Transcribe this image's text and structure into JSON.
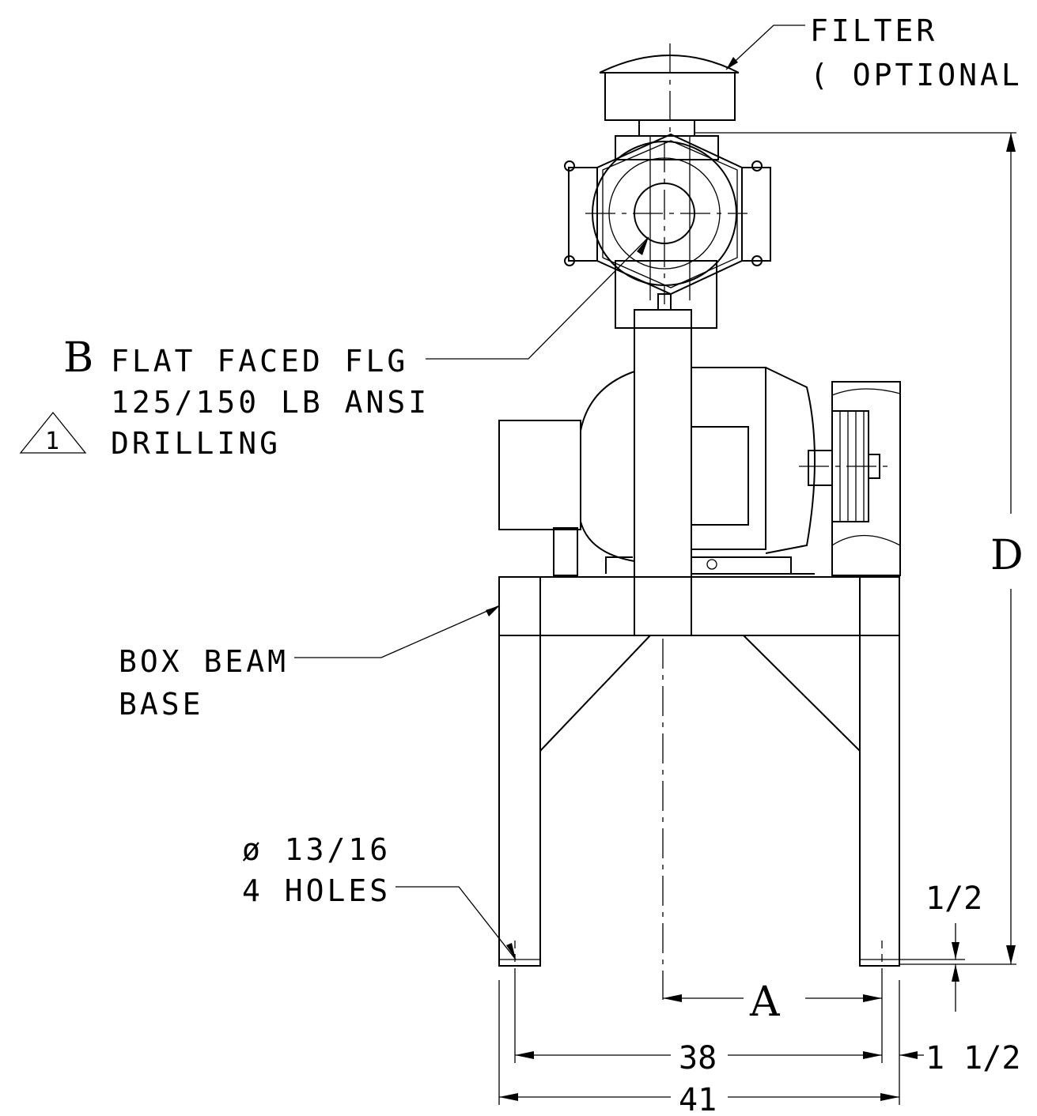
{
  "labels": {
    "filter_line1": "FILTER",
    "filter_line2": "( OPTIONAL )",
    "flange_letter": "B",
    "flange_line1": "FLAT FACED FLG",
    "flange_line2": "125/150 LB ANSI",
    "flange_line3": "DRILLING",
    "revision_mark": "1",
    "base_line1": "BOX BEAM",
    "base_line2": "BASE",
    "holes_line1": "ø 13/16",
    "holes_line2": "4 HOLES"
  },
  "dimensions": {
    "height_letter": "D",
    "center_offset_letter": "A",
    "hole_spacing": "38",
    "overall_width": "41",
    "edge_offset": "1 1/2",
    "foot_height": "1/2"
  }
}
